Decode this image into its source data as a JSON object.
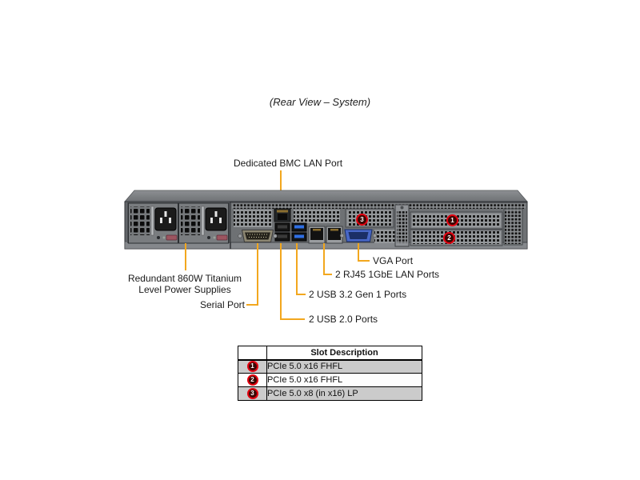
{
  "title": "(Rear View – System)",
  "callouts": {
    "bmc": "Dedicated BMC LAN Port",
    "psu_line1": "Redundant 860W Titanium",
    "psu_line2": "Level Power Supplies",
    "serial": "Serial Port",
    "usb2": "2 USB 2.0 Ports",
    "usb3": "2 USB 3.2 Gen 1 Ports",
    "lan": "2 RJ45 1GbE LAN Ports",
    "vga": "VGA Port"
  },
  "markers": {
    "slot1": "1",
    "slot2": "2",
    "slot3": "3"
  },
  "table": {
    "header_slot": "",
    "header_description": "Slot Description",
    "rows": [
      {
        "slot": "1",
        "description": "PCIe 5.0 x16 FHFL"
      },
      {
        "slot": "2",
        "description": "PCIe 5.0 x16 FHFL"
      },
      {
        "slot": "3",
        "description": "PCIe 5.0 x8 (in x16) LP"
      }
    ]
  },
  "colors": {
    "leader_line": "#F2A71E",
    "marker_ring": "#E3000F",
    "marker_fill": "#3A0703",
    "table_row_shade": "#CBCBCB"
  }
}
